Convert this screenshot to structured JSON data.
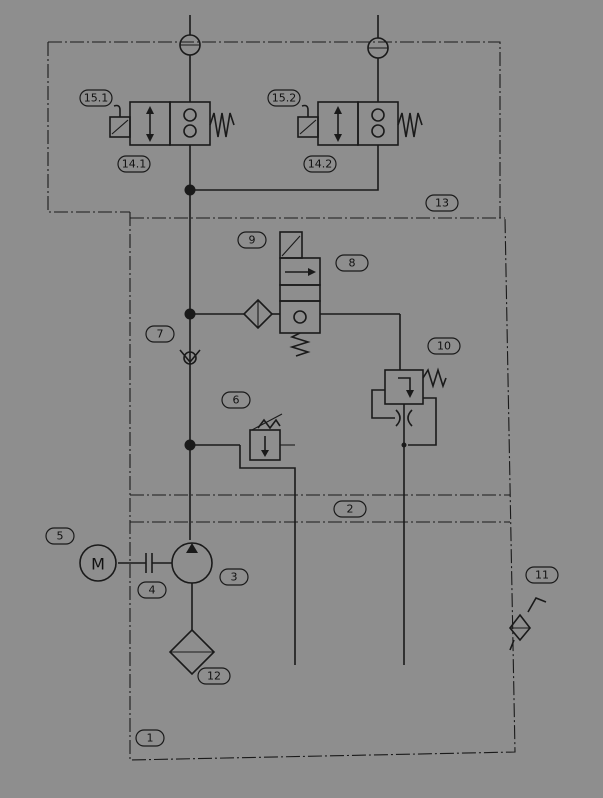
{
  "labels": {
    "l1": "1",
    "l2": "2",
    "l3": "3",
    "l4": "4",
    "l5": "5",
    "l6": "6",
    "l7": "7",
    "l8": "8",
    "l9": "9",
    "l10": "10",
    "l11": "11",
    "l12": "12",
    "l13": "13",
    "l14_1": "14.1",
    "l14_2": "14.2",
    "l15_1": "15.1",
    "l15_2": "15.2"
  },
  "motor_symbol": "M"
}
